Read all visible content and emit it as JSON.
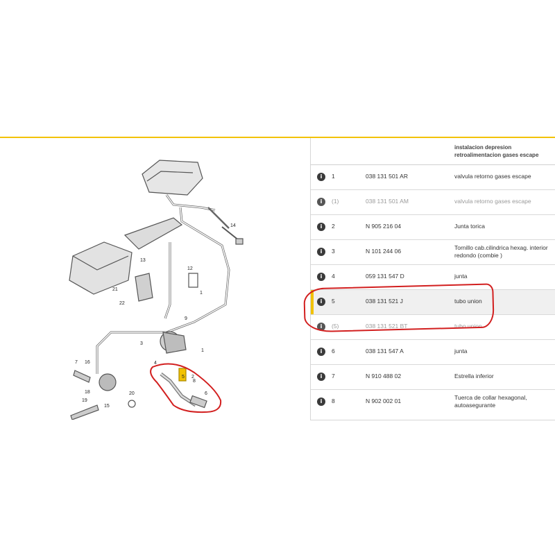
{
  "header": {
    "title_line1": "instalacion depresion",
    "title_line2": "retroalimentacion gases escape"
  },
  "parts": [
    {
      "pos": "1",
      "number": "038 131 501 AR",
      "desc": "valvula retorno gases escape",
      "muted": false,
      "highlight": false
    },
    {
      "pos": "(1)",
      "number": "038 131 501 AM",
      "desc": "valvula retorno gases escape",
      "muted": true,
      "highlight": false
    },
    {
      "pos": "2",
      "number": "N   905 216 04",
      "desc": "Junta torica",
      "muted": false,
      "highlight": false
    },
    {
      "pos": "3",
      "number": "N   101 244 06",
      "desc": "Tornillo cab.cilindrica hexag. interior redondo (combie )",
      "muted": false,
      "highlight": false
    },
    {
      "pos": "4",
      "number": "059 131 547 D",
      "desc": "junta",
      "muted": false,
      "highlight": false
    },
    {
      "pos": "5",
      "number": "038 131 521 J",
      "desc": "tubo union",
      "muted": false,
      "highlight": true
    },
    {
      "pos": "(5)",
      "number": "038 131 521 BT",
      "desc": "tubo union",
      "muted": true,
      "highlight": false
    },
    {
      "pos": "6",
      "number": "038 131 547 A",
      "desc": "junta",
      "muted": false,
      "highlight": false
    },
    {
      "pos": "7",
      "number": "N   910 488 02",
      "desc": "Estrella inferior",
      "muted": false,
      "highlight": false
    },
    {
      "pos": "8",
      "number": "N   902 002 01",
      "desc": "Tuerca de collar hexagonal, autoasegurante",
      "muted": false,
      "highlight": false
    }
  ],
  "info_glyph": "i",
  "callouts": [
    "14",
    "13",
    "21",
    "22",
    "1",
    "2",
    "9",
    "3",
    "4",
    "5",
    "6",
    "7",
    "16",
    "18",
    "19",
    "15",
    "20",
    "12",
    "1",
    "8"
  ],
  "colors": {
    "accent": "#f2c200",
    "annotation": "#d21f1f"
  }
}
